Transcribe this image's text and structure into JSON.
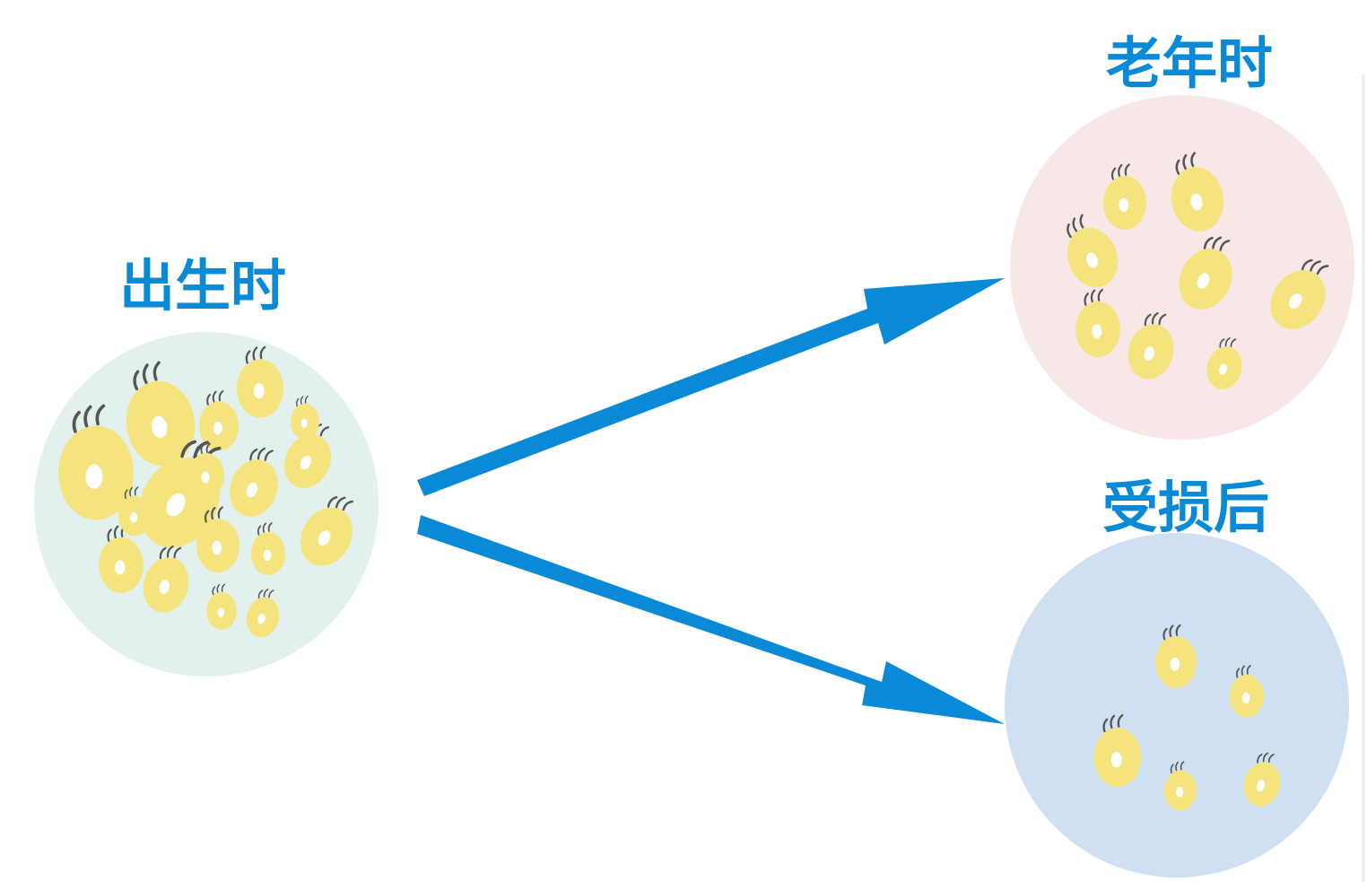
{
  "colors": {
    "accent": "#0a8ad6",
    "cell_fill": "#f5e47e",
    "cell_nucleus": "#ffffff",
    "cilia": "#555555",
    "panel_birth": "#e2f1ed",
    "panel_old": "#f7e7e6",
    "panel_damaged": "#cfe0f3",
    "edge_line": "#e8eef4"
  },
  "panels": {
    "birth": {
      "label": "出生时",
      "cell_count": 17,
      "icon": "hair-cell-icon"
    },
    "old_age": {
      "label": "老年时",
      "cell_count": 8,
      "icon": "hair-cell-icon"
    },
    "damaged": {
      "label": "受损后",
      "cell_count": 5,
      "icon": "hair-cell-icon"
    }
  },
  "arrows": [
    {
      "from": "birth",
      "to": "old_age",
      "icon": "arrow-right-up-icon"
    },
    {
      "from": "birth",
      "to": "damaged",
      "icon": "arrow-right-down-icon"
    }
  ]
}
